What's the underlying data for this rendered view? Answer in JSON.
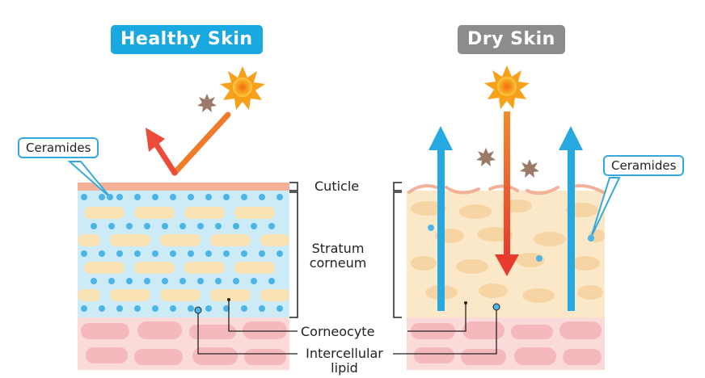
{
  "titles": {
    "healthy": "Healthy Skin",
    "dry": "Dry Skin"
  },
  "callouts": {
    "left": "Ceramides",
    "right": "Ceramides"
  },
  "labels": {
    "cuticle": "Cuticle",
    "stratum_line1": "Stratum",
    "stratum_line2": "corneum",
    "corneocyte": "Corneocyte",
    "lipid_line1": "Intercellular",
    "lipid_line2": "lipid"
  },
  "colors": {
    "healthy_badge": "#1aa8e0",
    "dry_badge": "#8c8c8c",
    "cuticle": "#f4b19a",
    "stratum_healthy": "#cdeaf7",
    "ceramide_dot": "#4db4e6",
    "corneocyte_cell": "#f9e3b4",
    "dry_layer": "#fbe8c8",
    "dermis": "#fbdada",
    "dermis_cell": "#f5b9bd",
    "arrow_orange": "#f07b2a",
    "arrow_red": "#ec4b3a",
    "arrow_blue": "#26a9e0",
    "sun": "#f7a11a",
    "dust": "#9b7b68"
  },
  "icons": [
    "sun-icon",
    "dust-particle-icon"
  ]
}
